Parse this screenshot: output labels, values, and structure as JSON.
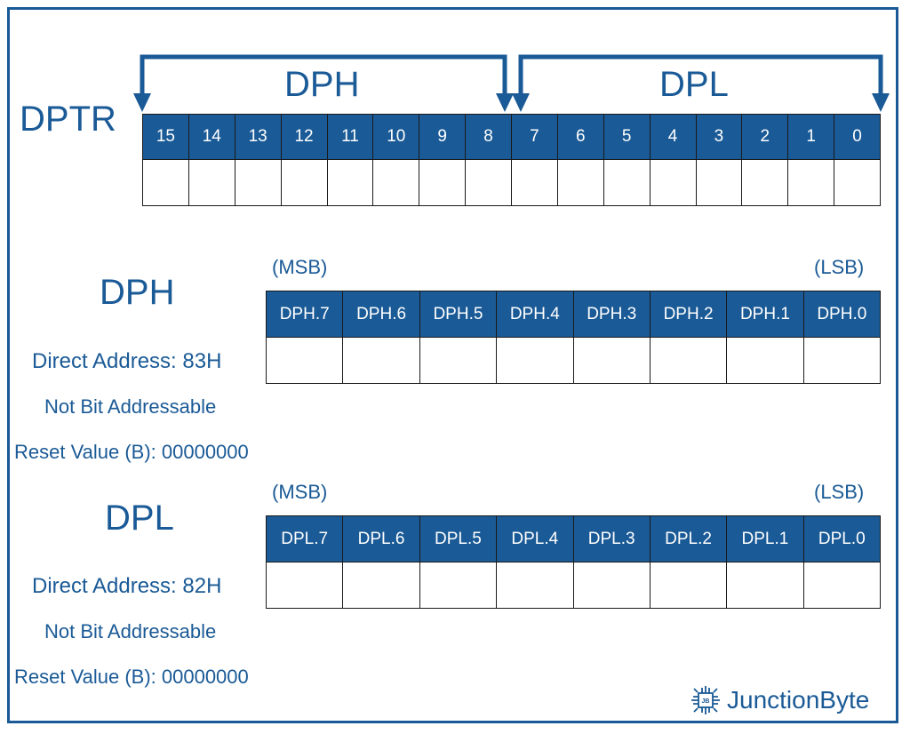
{
  "dptr": {
    "label": "DPTR",
    "high_label": "DPH",
    "low_label": "DPL",
    "bits": [
      "15",
      "14",
      "13",
      "12",
      "11",
      "10",
      "9",
      "8",
      "7",
      "6",
      "5",
      "4",
      "3",
      "2",
      "1",
      "0"
    ]
  },
  "dph": {
    "title": "DPH",
    "msb": "(MSB)",
    "lsb": "(LSB)",
    "bits": [
      "DPH.7",
      "DPH.6",
      "DPH.5",
      "DPH.4",
      "DPH.3",
      "DPH.2",
      "DPH.1",
      "DPH.0"
    ],
    "direct_address": "Direct Address: 83H",
    "addressable": "Not Bit Addressable",
    "reset_value": "Reset Value (B): 00000000"
  },
  "dpl": {
    "title": "DPL",
    "msb": "(MSB)",
    "lsb": "(LSB)",
    "bits": [
      "DPL.7",
      "DPL.6",
      "DPL.5",
      "DPL.4",
      "DPL.3",
      "DPL.2",
      "DPL.1",
      "DPL.0"
    ],
    "direct_address": "Direct Address: 82H",
    "addressable": "Not Bit Addressable",
    "reset_value": "Reset Value (B): 00000000"
  },
  "brand": {
    "name": "JunctionByte",
    "icon": "chip-icon"
  },
  "colors": {
    "accent": "#1a5a96",
    "border": "#1a1a1a",
    "background": "#ffffff"
  }
}
